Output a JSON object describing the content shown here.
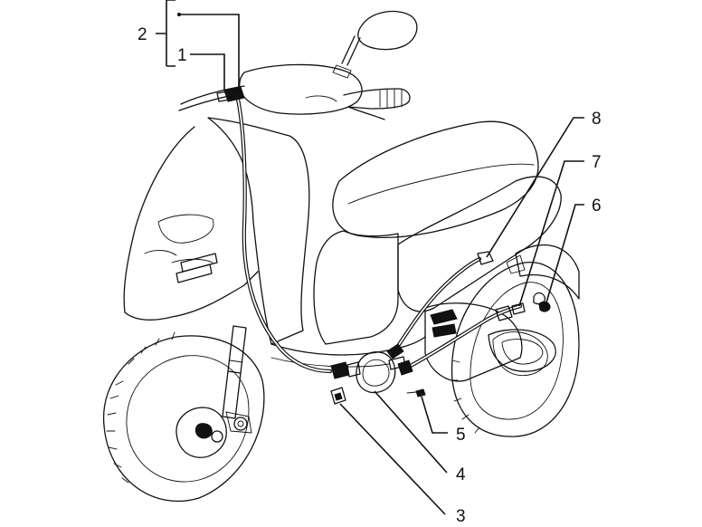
{
  "diagram": {
    "callouts": [
      {
        "id": "c1",
        "label": "1"
      },
      {
        "id": "c2",
        "label": "2"
      },
      {
        "id": "c3",
        "label": "3"
      },
      {
        "id": "c4",
        "label": "4"
      },
      {
        "id": "c5",
        "label": "5"
      },
      {
        "id": "c6",
        "label": "6"
      },
      {
        "id": "c7",
        "label": "7"
      },
      {
        "id": "c8",
        "label": "8"
      }
    ]
  }
}
